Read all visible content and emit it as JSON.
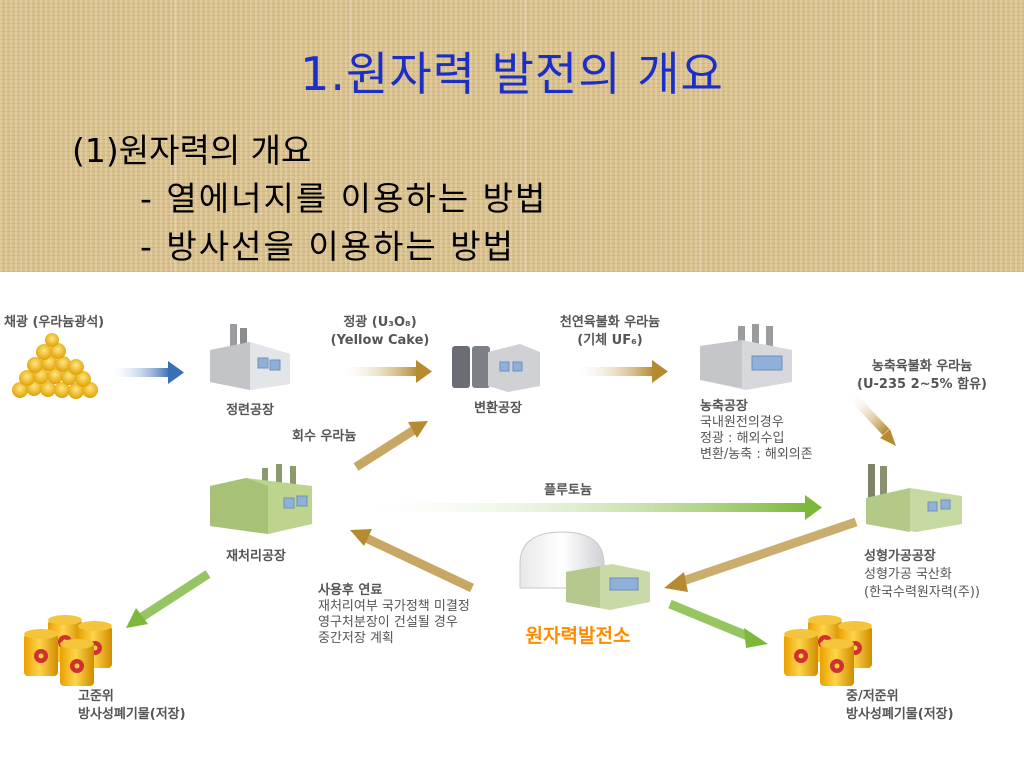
{
  "colors": {
    "title": "#1b2ec6",
    "arrow_blue": "#3a6fb5",
    "arrow_brown": "#b58a30",
    "arrow_green": "#7cb83a",
    "orange_label": "#ff8c00",
    "label_gray": "#555555"
  },
  "slide": {
    "title": "1.원자력 발전의 개요",
    "subtitle": "(1)원자력의 개요",
    "bullets": [
      "- 열에너지를 이용하는 방법",
      "- 방사선을 이용하는 방법"
    ]
  },
  "diagram": {
    "mining_label": "채광 (우라늄광석)",
    "refinery_label": "정련공장",
    "conversion_label": "변환공장",
    "enrichment": {
      "title": "농축공장",
      "notes": [
        "국내원전의경우",
        "정광 : 해외수입",
        "변환/농축 : 해외의존"
      ]
    },
    "fabrication": {
      "title": "성형가공공장",
      "notes": [
        "성형가공 국산화",
        "(한국수력원자력(주))"
      ]
    },
    "reprocessing_label": "재처리공장",
    "power_plant_label": "원자력발전소",
    "arrows": {
      "yellowcake_line1": "정광 (U₃O₈)",
      "yellowcake_line2": "(Yellow Cake)",
      "natural_uf6_line1": "천연육불화 우라늄",
      "natural_uf6_line2": "(기체 UF₆)",
      "enriched_line1": "농축육불화 우라늄",
      "enriched_line2": "(U-235 2~5% 함유)",
      "recovered_uranium": "회수 우라늄",
      "plutonium": "플루토늄",
      "spent_fuel": {
        "title": "사용후 연료",
        "notes": [
          "재처리여부 국가정책 미결정",
          "영구처분장이 건설될 경우",
          "중간저장 계획"
        ]
      }
    },
    "high_level_waste": [
      "고준위",
      "방사성폐기물(저장)"
    ],
    "low_level_waste": [
      "중/저준위",
      "방사성폐기물(저장)"
    ]
  }
}
